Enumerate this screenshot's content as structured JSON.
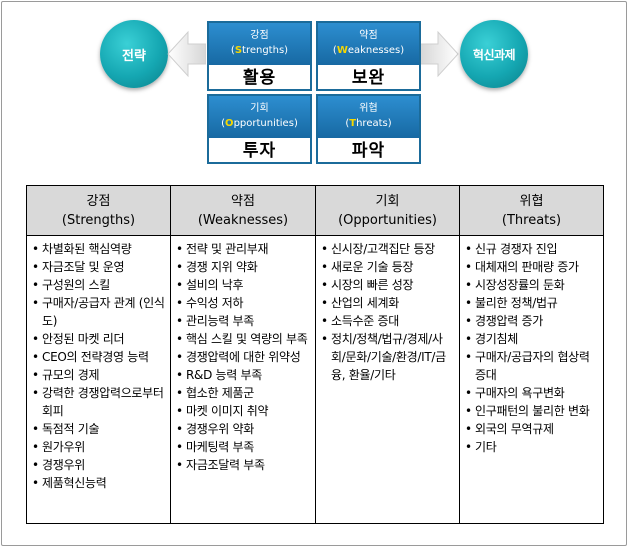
{
  "diagram": {
    "left_circle": "전략",
    "right_circle": "혁신과제",
    "boxes": {
      "s": {
        "title": "강점",
        "en_hl": "S",
        "en_rest": "trengths",
        "action": "활용"
      },
      "w": {
        "title": "약점",
        "en_hl": "W",
        "en_rest": "eaknesses",
        "action": "보완"
      },
      "o": {
        "title": "기회",
        "en_hl": "O",
        "en_rest": "pportunities",
        "action": "투자"
      },
      "t": {
        "title": "위협",
        "en_hl": "T",
        "en_rest": "hreats",
        "action": "파악"
      }
    },
    "colors": {
      "circle": "#15a7b2",
      "box_head": "#1f7bbd",
      "highlight": "#f6d700",
      "header_bg": "#d9d9d9"
    }
  },
  "table": {
    "headers": [
      {
        "ko": "강점",
        "en": "(Strengths)"
      },
      {
        "ko": "약점",
        "en": "(Weaknesses)"
      },
      {
        "ko": "기회",
        "en": "(Opportunities)"
      },
      {
        "ko": "위협",
        "en": "(Threats)"
      }
    ],
    "columns": [
      [
        "차별화된 핵심역량",
        "자금조달 및 운영",
        "구성원의 스킬",
        "구매자/공급자 관계 (인식도)",
        "안정된 마켓 리더",
        "CEO의 전략경영 능력",
        "규모의 경제",
        "강력한 경쟁압력으로부터 회피",
        "독점적 기술",
        "원가우위",
        "경쟁우위",
        "제품혁신능력"
      ],
      [
        "전략 및 관리부재",
        "경쟁 지위 약화",
        "설비의 낙후",
        "수익성 저하",
        "관리능력 부족",
        "핵심 스킬 및 역량의 부족",
        "경쟁압력에 대한 위약성",
        "R&D 능력 부족",
        "협소한 제품군",
        "마켓 이미지 취약",
        "경쟁우위 약화",
        "마케팅력 부족",
        "자금조달력 부족"
      ],
      [
        "신시장/고객집단 등장",
        "새로운 기술 등장",
        "시장의 빠른 성장",
        "산업의 세계화",
        "소득수준 증대",
        "정치/정책/법규/경제/사회/문화/기술/환경/IT/금융, 환율/기타"
      ],
      [
        "신규 경쟁자 진입",
        "대체재의 판매량 증가",
        "시장성장률의 둔화",
        "불리한 정책/법규",
        "경쟁압력 증가",
        "경기침체",
        "구매자/공급자의 협상력 증대",
        "구매자의 욕구변화",
        "인구패턴의 불리한 변화",
        "외국의 무역규제",
        "기타"
      ]
    ]
  }
}
